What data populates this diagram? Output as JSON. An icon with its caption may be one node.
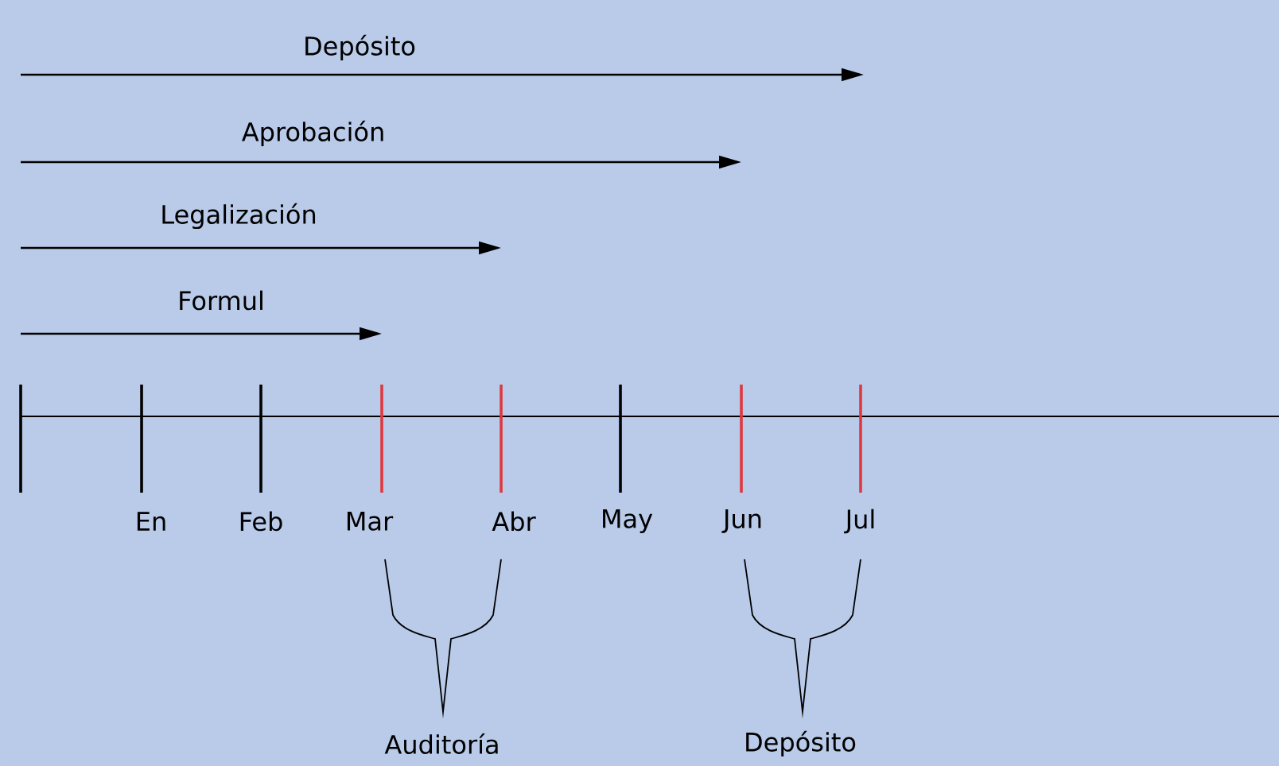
{
  "diagram": {
    "labels": [
      "Depósito",
      "Aprobación",
      "Legalización",
      "Formul",
      "En",
      "Feb",
      "Mar",
      "Abr",
      "May",
      "Jun",
      "Jul",
      "Auditoría",
      "Depósito"
    ]
  }
}
